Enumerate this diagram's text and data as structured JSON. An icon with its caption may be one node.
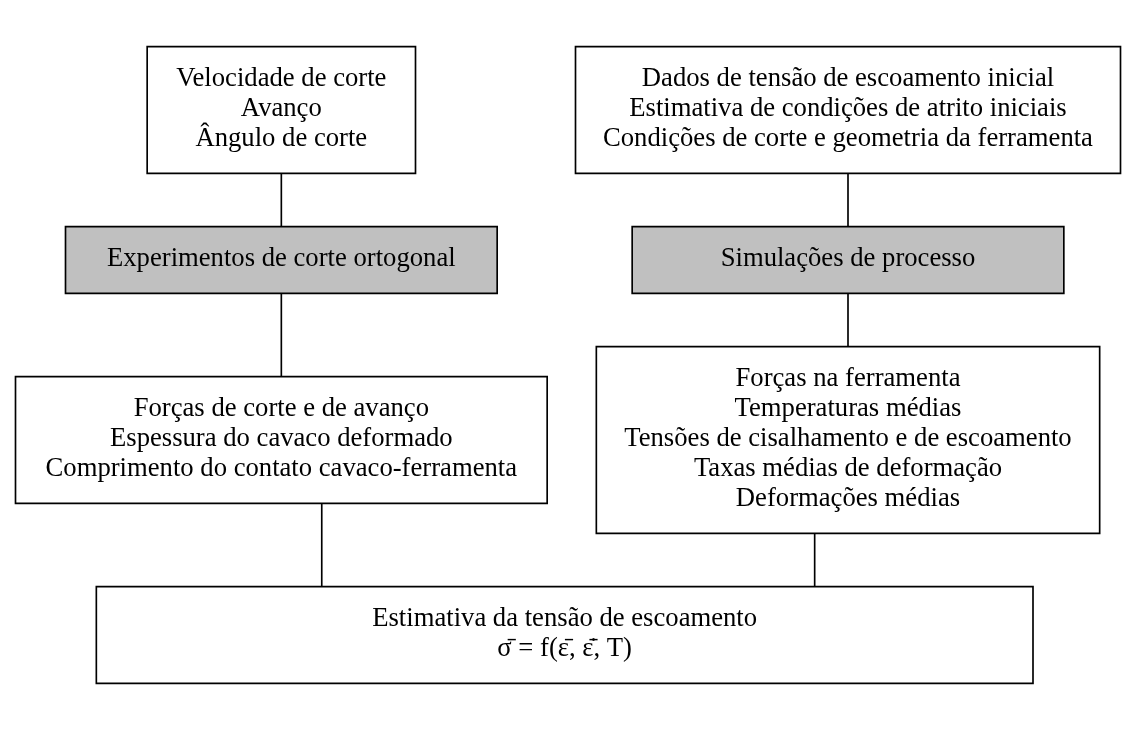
{
  "diagram": {
    "nodes": [
      {
        "text": [
          "Velocidade de corte",
          "Avanço",
          "Ângulo de corte"
        ]
      },
      {
        "text": [
          "Dados de tensão de escoamento inicial",
          "Estimativa de condições de atrito iniciais",
          "Condições de corte e geometria da ferramenta"
        ]
      },
      {
        "text": [
          "Experimentos de corte ortogonal"
        ]
      },
      {
        "text": [
          "Simulações de processo"
        ]
      },
      {
        "text": [
          "Forças de corte e de avanço",
          "Espessura do cavaco deformado",
          "Comprimento do contato cavaco-ferramenta"
        ]
      },
      {
        "text": [
          "Forças na ferramenta",
          "Temperaturas médias",
          "Tensões de cisalhamento e de escoamento",
          "Taxas médias de deformação",
          "Deformações médias"
        ]
      },
      {
        "text": [
          "Estimativa da tensão de escoamento",
          "σ̄ = f(ε̄, ε̄̇, T)"
        ]
      }
    ],
    "edges": [
      {
        "from": 0,
        "to": 2,
        "arrow": "none"
      },
      {
        "from": 1,
        "to": 3,
        "arrow": "none"
      },
      {
        "from": 2,
        "to": 4,
        "arrow": "none"
      },
      {
        "from": 3,
        "to": 5,
        "arrow": "none"
      },
      {
        "from": 4,
        "to": 6,
        "arrow": "none"
      },
      {
        "from": 5,
        "to": 6,
        "arrow": "none"
      }
    ]
  }
}
